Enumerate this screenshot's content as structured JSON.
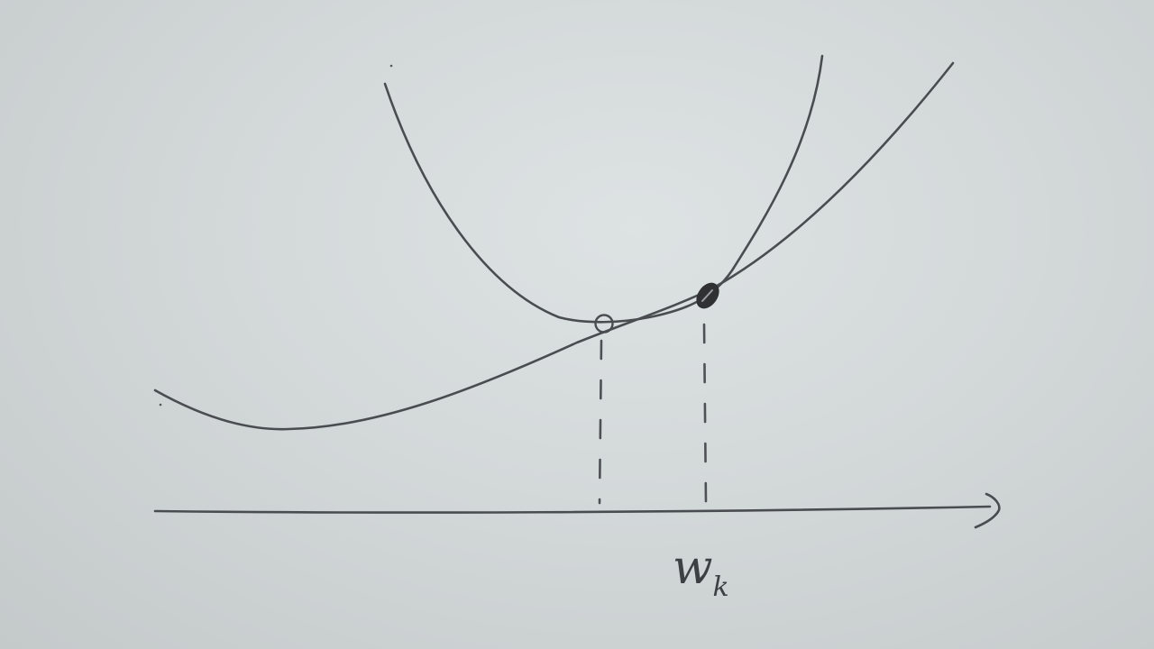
{
  "diagram": {
    "x_axis_label": "w",
    "x_axis_label_subscript": "k",
    "curves": [
      "steep-parabola",
      "shallow-convex-curve"
    ],
    "points": [
      {
        "name": "parabola-minimum",
        "style": "open-circle"
      },
      {
        "name": "touching-point",
        "style": "filled-point"
      }
    ]
  }
}
